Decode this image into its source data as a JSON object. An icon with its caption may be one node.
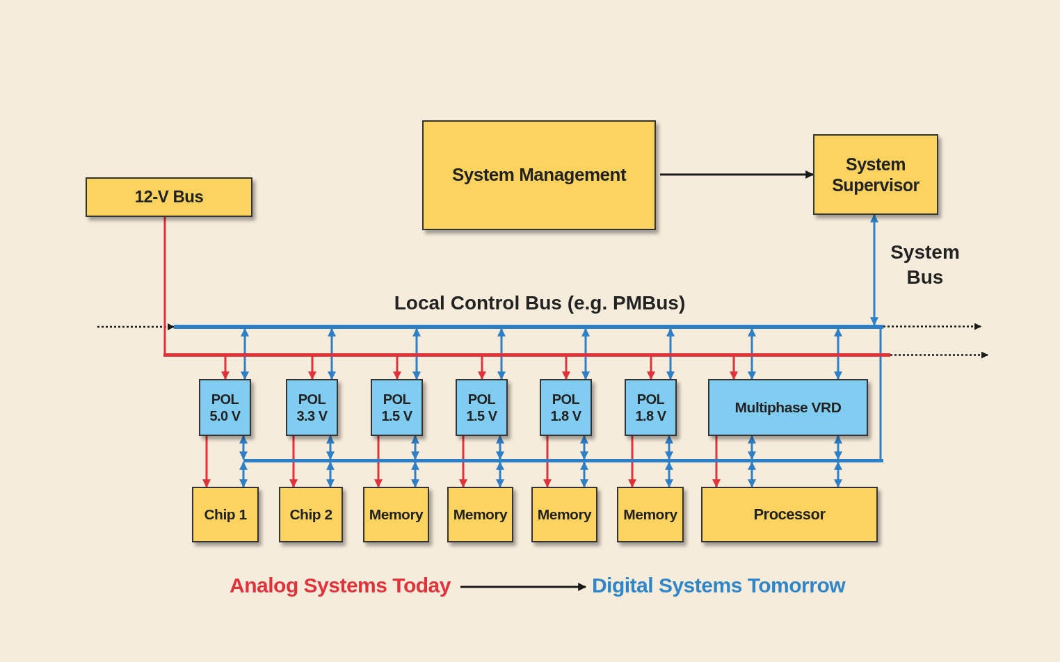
{
  "diagram": {
    "nodes": [
      {
        "text": [
          "12-V Bus"
        ]
      },
      {
        "text": [
          "System Management"
        ]
      },
      {
        "text": [
          "System Supervisor"
        ]
      },
      {
        "text": [],
        "shape": "bar"
      },
      {
        "text": [],
        "shape": "bar"
      },
      {
        "text": [],
        "shape": "bar"
      },
      {
        "text": [
          "POL 5.0 V"
        ]
      },
      {
        "text": [
          "POL 3.3 V"
        ]
      },
      {
        "text": [
          "POL 1.5 V"
        ]
      },
      {
        "text": [
          "POL 1.5 V"
        ]
      },
      {
        "text": [
          "POL 1.8 V"
        ]
      },
      {
        "text": [
          "POL 1.8 V"
        ]
      },
      {
        "text": [
          "Multiphase VRD"
        ]
      },
      {
        "text": [
          "Chip 1"
        ]
      },
      {
        "text": [
          "Chip 2"
        ]
      },
      {
        "text": [
          "Memory"
        ]
      },
      {
        "text": [
          "Memory"
        ]
      },
      {
        "text": [
          "Memory"
        ]
      },
      {
        "text": [
          "Memory"
        ]
      },
      {
        "text": [
          "Processor"
        ]
      },
      {
        "text": [
          "Analog Systems Today"
        ]
      },
      {
        "text": [
          "Digital Systems Tomorrow"
        ]
      }
    ],
    "edges": [
      {
        "from": 1,
        "to": 2,
        "arrow": "to",
        "color": "#1a1a1a"
      },
      {
        "from": 2,
        "to": 3,
        "arrow": "both",
        "label": "System Bus"
      },
      {
        "from": null,
        "to": 3,
        "arrow": "to",
        "style": "dashed",
        "color": "#1a1a1a"
      },
      {
        "from": 3,
        "to": null,
        "arrow": "to",
        "style": "dashed",
        "color": "#1a1a1a"
      },
      {
        "from": 0,
        "to": 4,
        "arrow": "none",
        "color": "#e0323a"
      },
      {
        "from": 4,
        "to": null,
        "arrow": "to",
        "style": "dashed",
        "color": "#1a1a1a"
      },
      {
        "from": 3,
        "to": 5,
        "arrow": "none"
      },
      {
        "from": 4,
        "to": 6,
        "arrow": "to",
        "color": "#e0323a"
      },
      {
        "from": 3,
        "to": 6,
        "arrow": "both"
      },
      {
        "from": 6,
        "to": 13,
        "arrow": "to",
        "color": "#e0323a"
      },
      {
        "from": 6,
        "to": 5,
        "arrow": "both"
      },
      {
        "from": 5,
        "to": 13,
        "arrow": "both"
      },
      {
        "from": 4,
        "to": 7,
        "arrow": "to",
        "color": "#e0323a"
      },
      {
        "from": 3,
        "to": 7,
        "arrow": "both"
      },
      {
        "from": 7,
        "to": 14,
        "arrow": "to",
        "color": "#e0323a"
      },
      {
        "from": 7,
        "to": 5,
        "arrow": "both"
      },
      {
        "from": 5,
        "to": 14,
        "arrow": "both"
      },
      {
        "from": 4,
        "to": 8,
        "arrow": "to",
        "color": "#e0323a"
      },
      {
        "from": 3,
        "to": 8,
        "arrow": "both"
      },
      {
        "from": 8,
        "to": 15,
        "arrow": "to",
        "color": "#e0323a"
      },
      {
        "from": 8,
        "to": 5,
        "arrow": "both"
      },
      {
        "from": 5,
        "to": 15,
        "arrow": "both"
      },
      {
        "from": 4,
        "to": 9,
        "arrow": "to",
        "color": "#e0323a"
      },
      {
        "from": 3,
        "to": 9,
        "arrow": "both"
      },
      {
        "from": 9,
        "to": 16,
        "arrow": "to",
        "color": "#e0323a"
      },
      {
        "from": 9,
        "to": 5,
        "arrow": "both"
      },
      {
        "from": 5,
        "to": 16,
        "arrow": "both"
      },
      {
        "from": 4,
        "to": 10,
        "arrow": "to",
        "color": "#e0323a"
      },
      {
        "from": 3,
        "to": 10,
        "arrow": "both"
      },
      {
        "from": 10,
        "to": 17,
        "arrow": "to",
        "color": "#e0323a"
      },
      {
        "from": 10,
        "to": 5,
        "arrow": "both"
      },
      {
        "from": 5,
        "to": 17,
        "arrow": "both"
      },
      {
        "from": 4,
        "to": 11,
        "arrow": "to",
        "color": "#e0323a"
      },
      {
        "from": 3,
        "to": 11,
        "arrow": "both"
      },
      {
        "from": 11,
        "to": 18,
        "arrow": "to",
        "color": "#e0323a"
      },
      {
        "from": 11,
        "to": 5,
        "arrow": "both"
      },
      {
        "from": 5,
        "to": 18,
        "arrow": "both"
      },
      {
        "from": 4,
        "to": 12,
        "arrow": "to",
        "color": "#e0323a"
      },
      {
        "from": 3,
        "to": 12,
        "arrow": "both"
      },
      {
        "from": 3,
        "to": 12,
        "arrow": "both"
      },
      {
        "from": 12,
        "to": 19,
        "arrow": "to",
        "color": "#e0323a"
      },
      {
        "from": 12,
        "to": 5,
        "arrow": "both"
      },
      {
        "from": 12,
        "to": 5,
        "arrow": "both"
      },
      {
        "from": 5,
        "to": 19,
        "arrow": "both"
      },
      {
        "from": 5,
        "to": 19,
        "arrow": "both"
      },
      {
        "from": 20,
        "to": 21,
        "arrow": "to",
        "color": "#1a1a1a"
      }
    ],
    "labels": [
      "Local Control Bus (e.g. PMBus)"
    ]
  }
}
